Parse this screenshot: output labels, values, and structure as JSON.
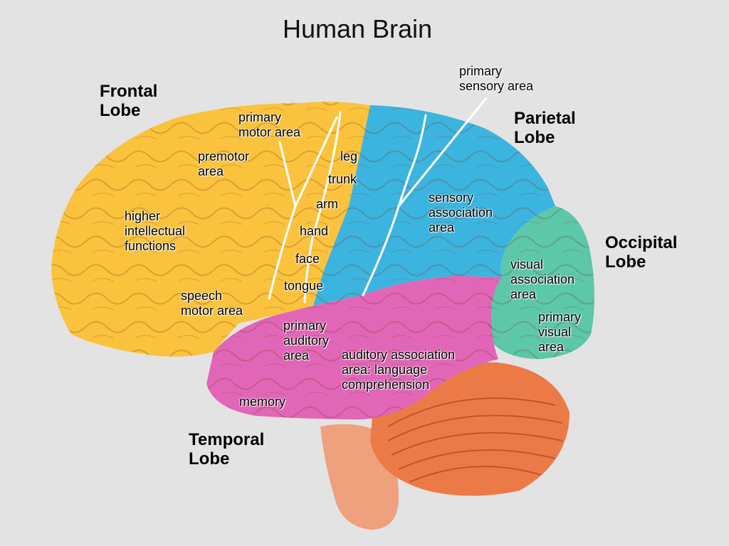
{
  "title": "Human Brain",
  "lobes": {
    "frontal": [
      "Frontal",
      "Lobe"
    ],
    "parietal": [
      "Parietal",
      "Lobe"
    ],
    "occipital": [
      "Occipital",
      "Lobe"
    ],
    "temporal": [
      "Temporal",
      "Lobe"
    ]
  },
  "labels": {
    "primary_sensory_area": [
      "primary",
      "sensory area"
    ],
    "primary_motor_area": [
      "primary",
      "motor area"
    ],
    "premotor_area": [
      "premotor",
      "area"
    ],
    "higher_intellectual_functions": [
      "higher",
      "intellectual",
      "functions"
    ],
    "speech_motor_area": [
      "speech",
      "motor area"
    ],
    "leg": "leg",
    "trunk": "trunk",
    "arm": "arm",
    "hand": "hand",
    "face": "face",
    "tongue": "tongue",
    "sensory_association_area": [
      "sensory",
      "association",
      "area"
    ],
    "visual_association_area": [
      "visual",
      "association",
      "area"
    ],
    "primary_visual_area": [
      "primary",
      "visual",
      "area"
    ],
    "primary_auditory_area": [
      "primary",
      "auditory",
      "area"
    ],
    "auditory_association_area": [
      "auditory association",
      "area: language",
      "comprehension"
    ],
    "memory": "memory"
  },
  "colors": {
    "background": "#e3e3e3",
    "frontal_lobe": "#fbc33d",
    "parietal_lobe": "#3cb4e0",
    "occipital_lobe": "#5cc7a9",
    "temporal_lobe": "#e266b8",
    "cerebellum": "#ec7a47",
    "brainstem": "#efa07d"
  }
}
